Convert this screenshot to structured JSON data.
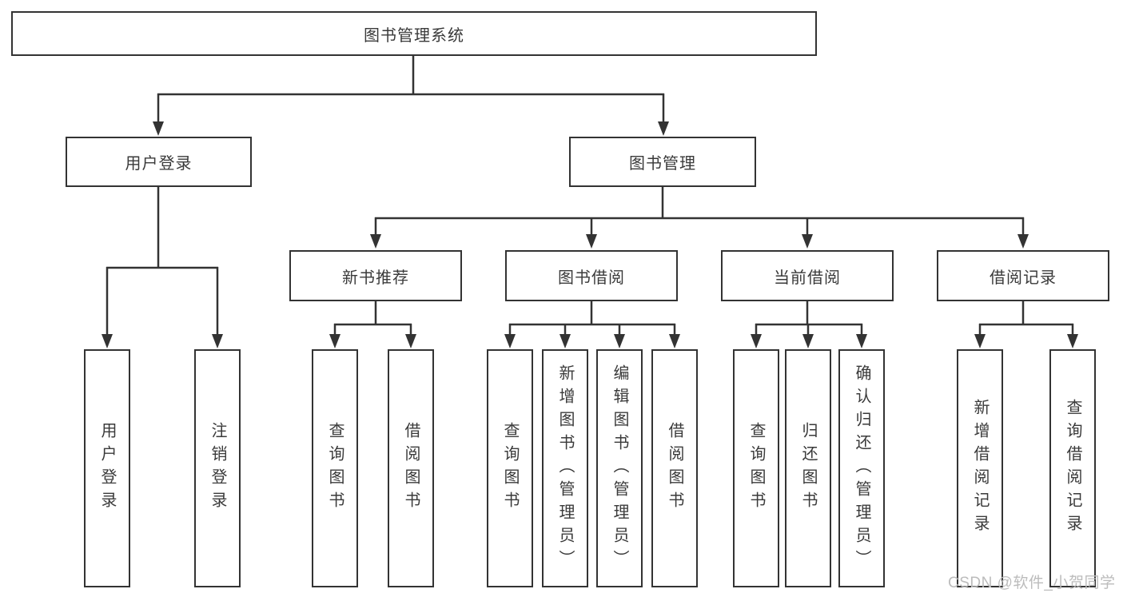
{
  "tree": {
    "root": {
      "label": "图书管理系统"
    },
    "branches": [
      {
        "label": "用户登录",
        "children": [
          {
            "label": "用户登录"
          },
          {
            "label": "注销登录"
          }
        ]
      },
      {
        "label": "图书管理",
        "children": [
          {
            "label": "新书推荐",
            "children": [
              {
                "label": "查询图书"
              },
              {
                "label": "借阅图书"
              }
            ]
          },
          {
            "label": "图书借阅",
            "children": [
              {
                "label": "查询图书"
              },
              {
                "label": "新增图书（管理员）"
              },
              {
                "label": "编辑图书（管理员）"
              },
              {
                "label": "借阅图书"
              }
            ]
          },
          {
            "label": "当前借阅",
            "children": [
              {
                "label": "查询图书"
              },
              {
                "label": "归还图书"
              },
              {
                "label": "确认归还（管理员）"
              }
            ]
          },
          {
            "label": "借阅记录",
            "children": [
              {
                "label": "新增借阅记录"
              },
              {
                "label": "查询借阅记录"
              }
            ]
          }
        ]
      }
    ]
  },
  "colors": {
    "line": "#333333",
    "box_border": "#333333",
    "text": "#3a3a3a",
    "watermark": "#bcbcbc",
    "background": "#ffffff"
  },
  "watermark": "CSDN @软件_小贺同学"
}
